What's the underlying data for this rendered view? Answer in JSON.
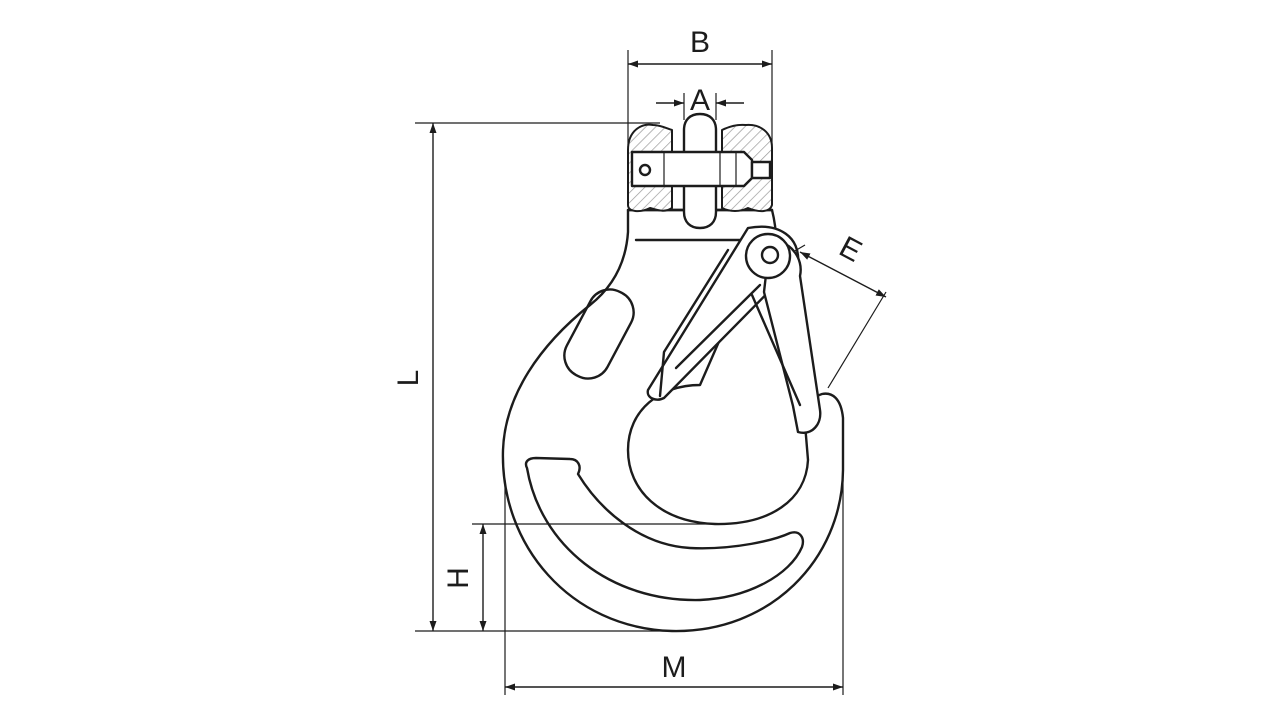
{
  "diagram": {
    "dimension_labels": {
      "a": "A",
      "b": "B",
      "e": "E",
      "h": "H",
      "l": "L",
      "m": "M"
    },
    "colors": {
      "line": "#1c1c1c",
      "background": "#ffffff"
    }
  }
}
